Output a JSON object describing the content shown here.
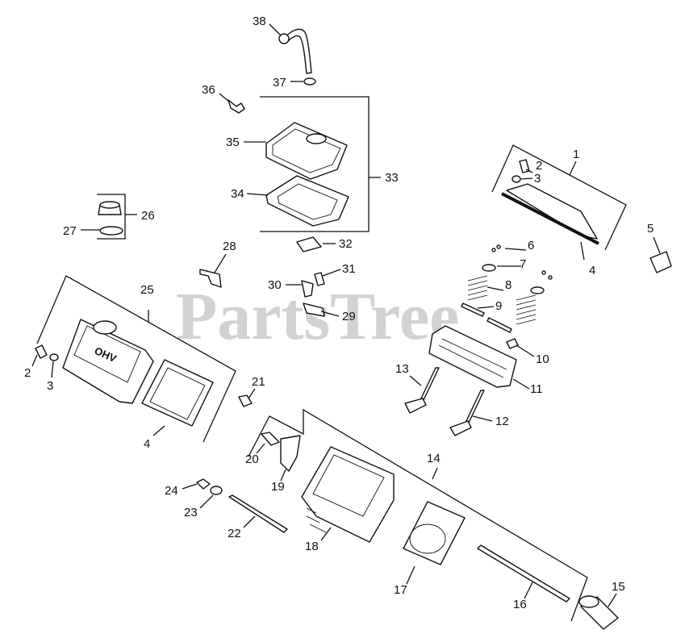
{
  "watermark": "PartsTree",
  "callouts": {
    "c1": "1",
    "c2a": "2",
    "c3a": "3",
    "c4a": "4",
    "c5": "5",
    "c6": "6",
    "c7": "7",
    "c8": "8",
    "c9": "9",
    "c10": "10",
    "c11": "11",
    "c12": "12",
    "c13": "13",
    "c14": "14",
    "c15": "15",
    "c16": "16",
    "c17": "17",
    "c18": "18",
    "c19": "19",
    "c20": "20",
    "c21": "21",
    "c22": "22",
    "c23": "23",
    "c24": "24",
    "c25": "25",
    "c26": "26",
    "c27": "27",
    "c28": "28",
    "c29": "29",
    "c30": "30",
    "c31": "31",
    "c32": "32",
    "c33": "33",
    "c34": "34",
    "c35": "35",
    "c36": "36",
    "c37": "37",
    "c38": "38",
    "c2b": "2",
    "c3b": "3",
    "c4b": "4"
  },
  "cover_lettering": "OHV"
}
